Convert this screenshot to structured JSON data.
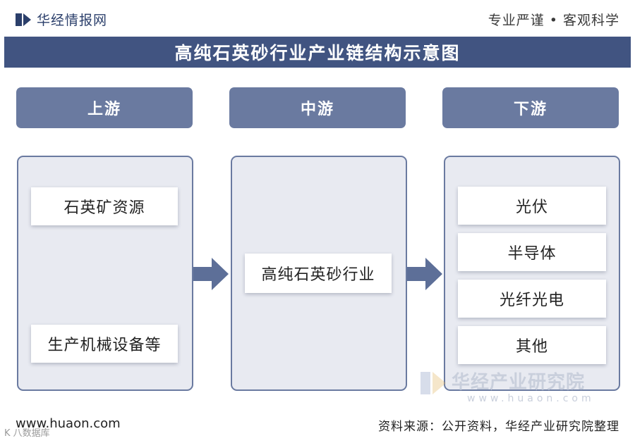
{
  "header": {
    "brand": "华经情报网",
    "slogan": "专业严谨 • 客观科学"
  },
  "title": "高纯石英砂行业产业链结构示意图",
  "stages": [
    {
      "label": "上游",
      "items": [
        "石英矿资源",
        "生产机械设备等"
      ]
    },
    {
      "label": "中游",
      "items": [
        "高纯石英砂行业"
      ]
    },
    {
      "label": "下游",
      "items": [
        "光伏",
        "半导体",
        "光纤光电",
        "其他"
      ]
    }
  ],
  "watermark": {
    "name": "华经产业研究院",
    "url": "www.huaon.com"
  },
  "footer": {
    "url": "www.huaon.com",
    "source": "资料来源：公开资料，华经产业研究院整理",
    "corner_mark": "K 八数据库"
  },
  "colors": {
    "title_bar": "#415481",
    "stage_header": "#6a7aa0",
    "panel_fill": "#e8eaf1",
    "arrow": "#5d6f98",
    "logo": "#2b3f6b"
  }
}
